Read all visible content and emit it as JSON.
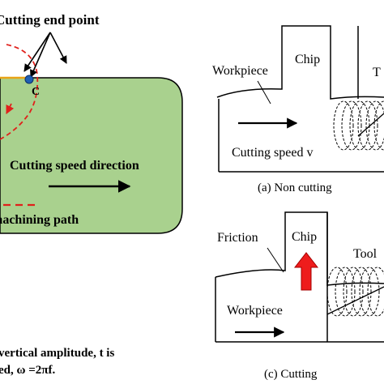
{
  "left_panel": {
    "cutting_end_point": "Cutting end point",
    "point_label": "C",
    "speed_direction": "Cutting speed direction",
    "machining_path": "machining path",
    "caption_line1": "vertical amplitude, t is",
    "caption_line2": "ed, ω =2πf."
  },
  "panel_a": {
    "workpiece": "Workpiece",
    "chip": "Chip",
    "tool": "T",
    "cutting_speed": "Cutting speed v",
    "caption": "(a) Non cutting"
  },
  "panel_c": {
    "friction": "Friction",
    "chip": "Chip",
    "tool": "Tool",
    "workpiece": "Workpiece",
    "caption": "(c) Cutting"
  },
  "colors": {
    "workpiece_fill": "#a9d18e",
    "path_dash": "#e0201b",
    "chip_arrow": "#ee1c1c",
    "point_marker": "#1f5fb4",
    "surface_line": "#e8a317"
  }
}
